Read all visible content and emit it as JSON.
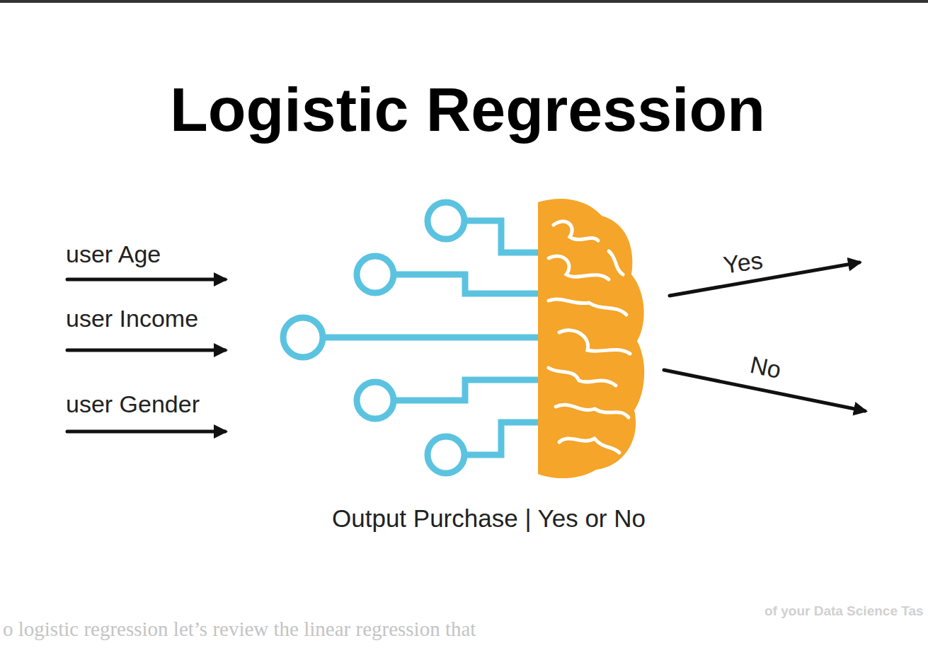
{
  "diagram": {
    "title": "Logistic Regression",
    "caption": "Output Purchase | Yes or No",
    "labels": [
      "user Age",
      "user Income",
      "user Gender",
      "Yes",
      "No",
      "o logistic regression let’s review the linear regression that",
      "of your Data Science Tas"
    ]
  }
}
